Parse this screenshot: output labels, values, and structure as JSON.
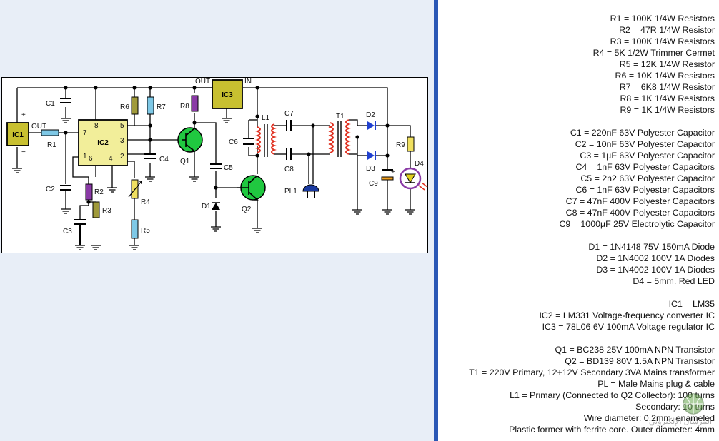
{
  "colors": {
    "background": "#e8eef7",
    "divider": "#2a57b5",
    "ic_fill": "#c8c030",
    "resistor_blue": "#7ec8e6",
    "resistor_olive": "#a09a3a",
    "resistor_purple": "#8a3aa6",
    "resistor_yellow": "#f0e060",
    "transistor_green": "#20c840",
    "inductor_red": "#e03020",
    "diode_blue": "#2040d0",
    "plug_blue": "#1a3aa0"
  },
  "schematic": {
    "labels": {
      "ic1": "IC1",
      "ic2": "IC2",
      "ic3": "IC3",
      "out1": "OUT",
      "out3": "OUT",
      "in3": "IN",
      "plus": "+",
      "minus": "−",
      "pin8": "8",
      "pin5": "5",
      "pin7": "7",
      "pin3": "3",
      "pin1": "1",
      "pin6": "6",
      "pin4": "4",
      "pin2": "2",
      "r1": "R1",
      "r2": "R2",
      "r3": "R3",
      "r4": "R4",
      "r5": "R5",
      "r6": "R6",
      "r7": "R7",
      "r8": "R8",
      "r9": "R9",
      "c1": "C1",
      "c2": "C2",
      "c3": "C3",
      "c4": "C4",
      "c5": "C5",
      "c6": "C6",
      "c7": "C7",
      "c8": "C8",
      "c9": "C9",
      "q1": "Q1",
      "q2": "Q2",
      "d1": "D1",
      "d2": "D2",
      "d3": "D3",
      "d4": "D4",
      "l1": "L1",
      "t1": "T1",
      "pl1": "PL1"
    }
  },
  "parts": [
    {
      "text": "R1 = 100K 1/4W Resistors"
    },
    {
      "text": "R2 = 47R 1/4W Resistor"
    },
    {
      "text": "R3 = 100K 1/4W Resistors"
    },
    {
      "text": "R4 = 5K 1/2W Trimmer Cermet"
    },
    {
      "text": "R5 = 12K 1/4W Resistor"
    },
    {
      "text": "R6 = 10K 1/4W Resistors"
    },
    {
      "text": "R7 = 6K8 1/4W Resistor"
    },
    {
      "text": "R8 = 1K 1/4W Resistors"
    },
    {
      "text": "R9 = 1K 1/4W Resistors"
    },
    {
      "text": ""
    },
    {
      "text": "C1 = 220nF 63V Polyester Capacitor"
    },
    {
      "text": "C2 = 10nF 63V Polyester Capacitor"
    },
    {
      "text": "C3 = 1µF 63V Polyester Capacitor"
    },
    {
      "text": "C4 = 1nF 63V Polyester Capacitors"
    },
    {
      "text": "C5 = 2n2 63V Polyester Capacitor"
    },
    {
      "text": "C6 = 1nF 63V Polyester Capacitors"
    },
    {
      "text": "C7 = 47nF 400V Polyester Capacitors"
    },
    {
      "text": "C8 = 47nF 400V Polyester Capacitors"
    },
    {
      "text": "C9 = 1000µF 25V Electrolytic Capacitor"
    },
    {
      "text": ""
    },
    {
      "text": "D1 = 1N4148 75V 150mA Diode"
    },
    {
      "text": "D2 = 1N4002 100V 1A Diodes"
    },
    {
      "text": "D3 = 1N4002 100V 1A Diodes"
    },
    {
      "text": "D4 = 5mm. Red LED"
    },
    {
      "text": ""
    },
    {
      "text": "IC1 = LM35"
    },
    {
      "text": "IC2 = LM331 Voltage-frequency converter IC"
    },
    {
      "text": "IC3 = 78L06 6V 100mA Voltage regulator IC"
    },
    {
      "text": ""
    },
    {
      "text": "Q1 = BC238 25V 100mA NPN Transistor"
    },
    {
      "text": "Q2 = BD139 80V 1.5A NPN Transistor"
    },
    {
      "text": "T1 = 220V Primary, 12+12V Secondary 3VA Mains transformer"
    },
    {
      "text": "PL = Male Mains plug & cable"
    },
    {
      "text": "L1 = Primary (Connected to Q2 Collector): 100 turns"
    },
    {
      "text": "Secondary: 10 turns"
    },
    {
      "text": "Wire diameter: 0.2mm. enameled"
    },
    {
      "text": "Plastic former with ferrite core. Outer diameter: 4mm"
    }
  ],
  "watermark": {
    "icon": "globe-logo-icon",
    "text": "المرسال الإلكتروني"
  }
}
